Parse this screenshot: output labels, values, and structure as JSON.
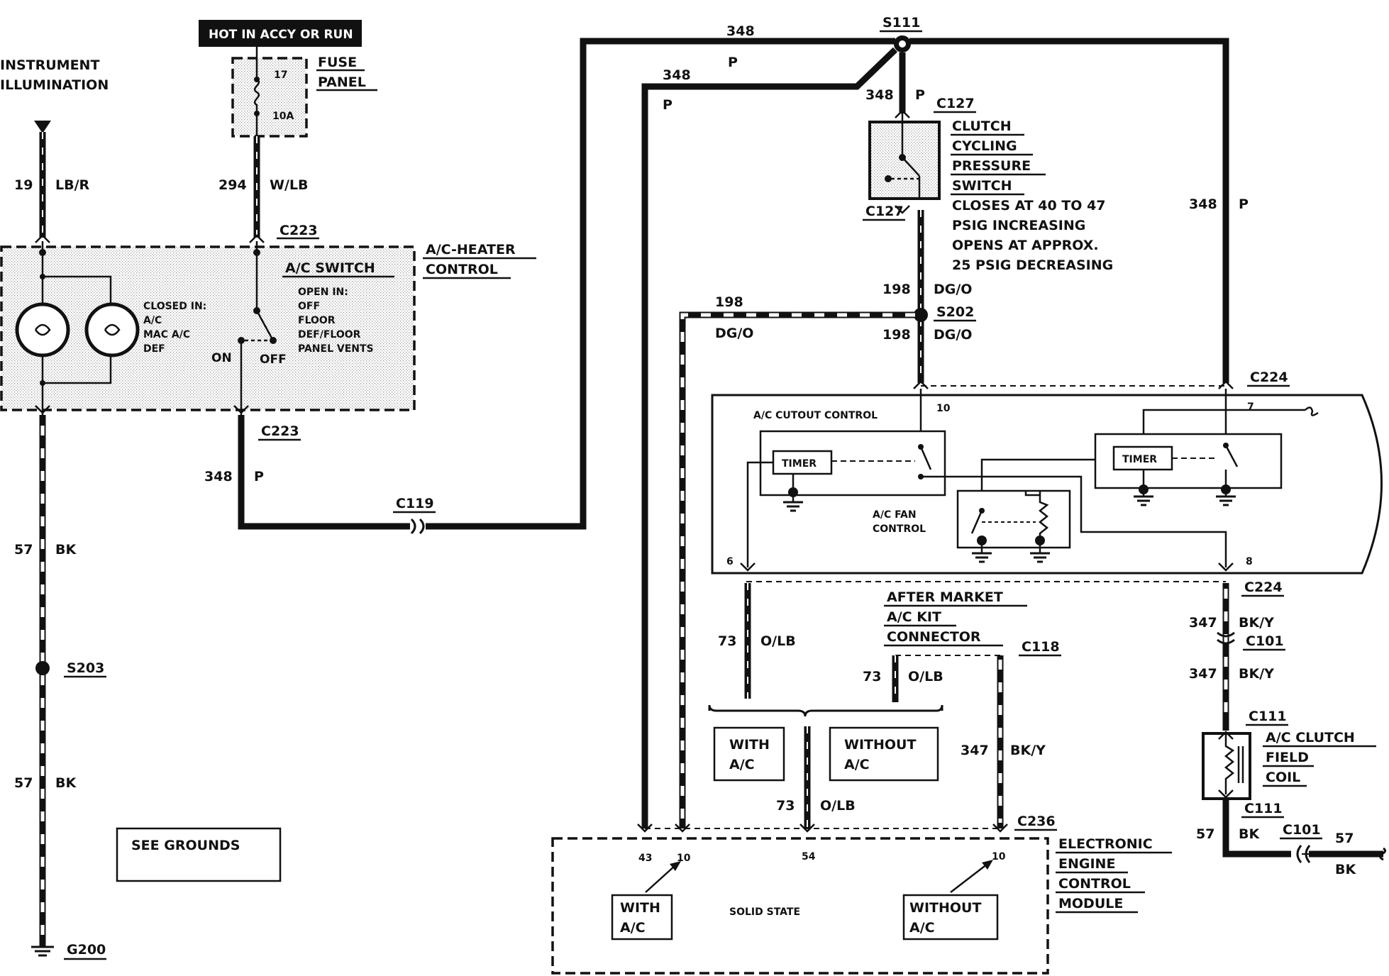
{
  "labels": {
    "instrument_illumination_1": "INSTRUMENT",
    "instrument_illumination_2": "ILLUMINATION",
    "hot_in": "HOT IN ACCY OR RUN",
    "fuse_17": "17",
    "fuse_10a": "10A",
    "fuse_panel_1": "FUSE",
    "fuse_panel_2": "PANEL",
    "w19": "19",
    "w19c": "LB/R",
    "w294": "294",
    "w294c": "W/LB",
    "c223_top": "C223",
    "ac_heater_1": "A/C-HEATER",
    "ac_heater_2": "CONTROL",
    "ac_switch": "A/C SWITCH",
    "open_in": "OPEN IN:",
    "open_1": "OFF",
    "open_2": "FLOOR",
    "open_3": "DEF/FLOOR",
    "open_4": "PANEL VENTS",
    "closed_in": "CLOSED IN:",
    "closed_1": "A/C",
    "closed_2": "MAC A/C",
    "closed_3": "DEF",
    "on": "ON",
    "off": "OFF",
    "c223_bot": "C223",
    "w348_left": "348",
    "w348_left_c": "P",
    "w57a": "57",
    "w57a_c": "BK",
    "s203": "S203",
    "w57b": "57",
    "w57b_c": "BK",
    "see_grounds": "SEE GROUNDS",
    "g200": "G200",
    "c119": "C119",
    "w348_top": "348",
    "w348_top_c": "P",
    "w348_mid": "348",
    "w348_mid_c": "P",
    "s111": "S111",
    "w348_s": "348",
    "w348_s_c": "P",
    "c127_top": "C127",
    "ccps_1": "CLUTCH",
    "ccps_2": "CYCLING",
    "ccps_3": "PRESSURE",
    "ccps_4": "SWITCH",
    "ccps_5": "CLOSES AT 40 TO 47",
    "ccps_6": "PSIG INCREASING",
    "ccps_7": "OPENS AT APPROX.",
    "ccps_8": "25 PSIG DECREASING",
    "c127_bot": "C127",
    "w348_r": "348",
    "w348_r_c": "P",
    "w198_a": "198",
    "w198_a_c": "DG/O",
    "w198_b": "198",
    "w198_b_c": "DG/O",
    "s202": "S202",
    "w198_c": "198",
    "w198_c_c": "DG/O",
    "c224_top": "C224",
    "ac_cutout": "A/C CUTOUT CONTROL",
    "pin10": "10",
    "pin7": "7",
    "timer_1": "TIMER",
    "timer_2": "TIMER",
    "ac_fan_1": "A/C FAN",
    "ac_fan_2": "CONTROL",
    "pin6": "6",
    "pin8": "8",
    "c224_bot": "C224",
    "aftermarket_1": "AFTER MARKET",
    "aftermarket_2": "A/C KIT",
    "aftermarket_3": "CONNECTOR",
    "c118": "C118",
    "w73_a": "73",
    "w73_a_c": "O/LB",
    "w73_b": "73",
    "w73_b_c": "O/LB",
    "with_ac_1a": "WITH",
    "with_ac_1b": "A/C",
    "without_ac_1a": "WITHOUT",
    "without_ac_1b": "A/C",
    "w73_c": "73",
    "w73_c_c": "O/LB",
    "w347_a": "347",
    "w347_a_c": "BK/Y",
    "c236": "C236",
    "w347_b": "347",
    "w347_b_c": "BK/Y",
    "c101_a": "C101",
    "w347_c": "347",
    "w347_c_c": "BK/Y",
    "c111_top": "C111",
    "clutch_1": "A/C CLUTCH",
    "clutch_2": "FIELD",
    "clutch_3": "COIL",
    "c111_bot": "C111",
    "w57_c": "57",
    "w57_c_c": "BK",
    "c101_b": "C101",
    "w57_d": "57",
    "w57_d_c": "BK",
    "pin43": "43",
    "pin10_eec": "10",
    "pin54": "54",
    "pin10_eec2": "10",
    "with_ac_2a": "WITH",
    "with_ac_2b": "A/C",
    "solid_state": "SOLID STATE",
    "without_ac_2a": "WITHOUT",
    "without_ac_2b": "A/C",
    "eec_1": "ELECTRONIC",
    "eec_2": "ENGINE",
    "eec_3": "CONTROL",
    "eec_4": "MODULE"
  }
}
